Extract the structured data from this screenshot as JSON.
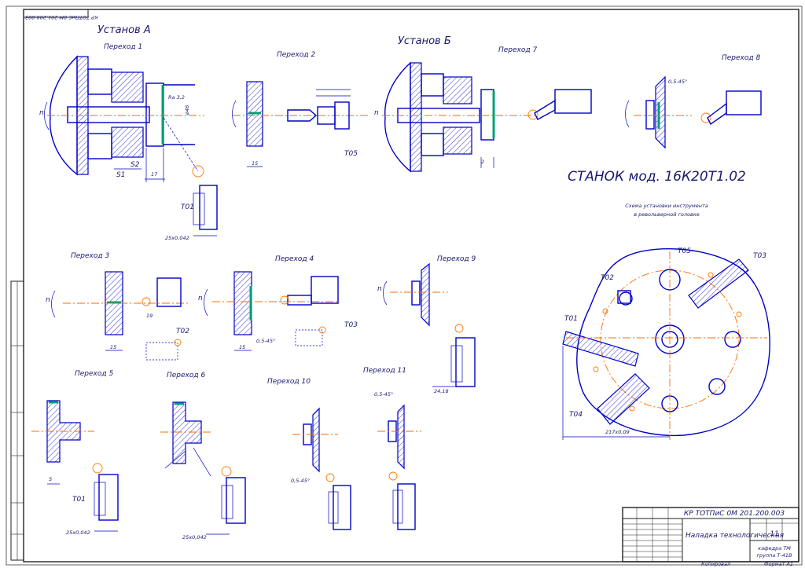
{
  "stamp_text": "КР ТОТПиС 0М 201.200.003",
  "setup_a": "Установ А",
  "setup_b": "Установ Б",
  "machine": "СТАНОК мод. 16К20Т1.02",
  "turret_caption_1": "Схема установки инструмента",
  "turret_caption_2": "в револьверной головке",
  "ops": {
    "p1": "Переход 1",
    "p2": "Переход 2",
    "p3": "Переход 3",
    "p4": "Переход 4",
    "p5": "Переход 5",
    "p6": "Переход 6",
    "p7": "Переход 7",
    "p8": "Переход 8",
    "p9": "Переход 9",
    "p10": "Переход 10",
    "p11": "Переход 11"
  },
  "tools": {
    "t01": "Т01",
    "t02": "Т02",
    "t03": "Т03",
    "t04": "Т04",
    "t05": "Т05"
  },
  "dims": {
    "n": "n",
    "s1": "S1",
    "s2": "S2",
    "d17": "17",
    "d15": "15",
    "d19": "19",
    "d25x042": "25х0,042",
    "d24_18": "24,18",
    "chamfer": "0,5-45°",
    "d217": "217х0,09",
    "r12": "Ra 3,2",
    "d0": "ø46",
    "d5": "5",
    "d2": "2"
  },
  "title_block": {
    "doc_code": "КР ТОТПиС 0М 201.200.003",
    "name": "Наладка технологическая",
    "sheet": "11",
    "org": "кафедра ТМ",
    "group": "группа Т-41В",
    "format": "Формат А1",
    "copied": "Копировал"
  }
}
